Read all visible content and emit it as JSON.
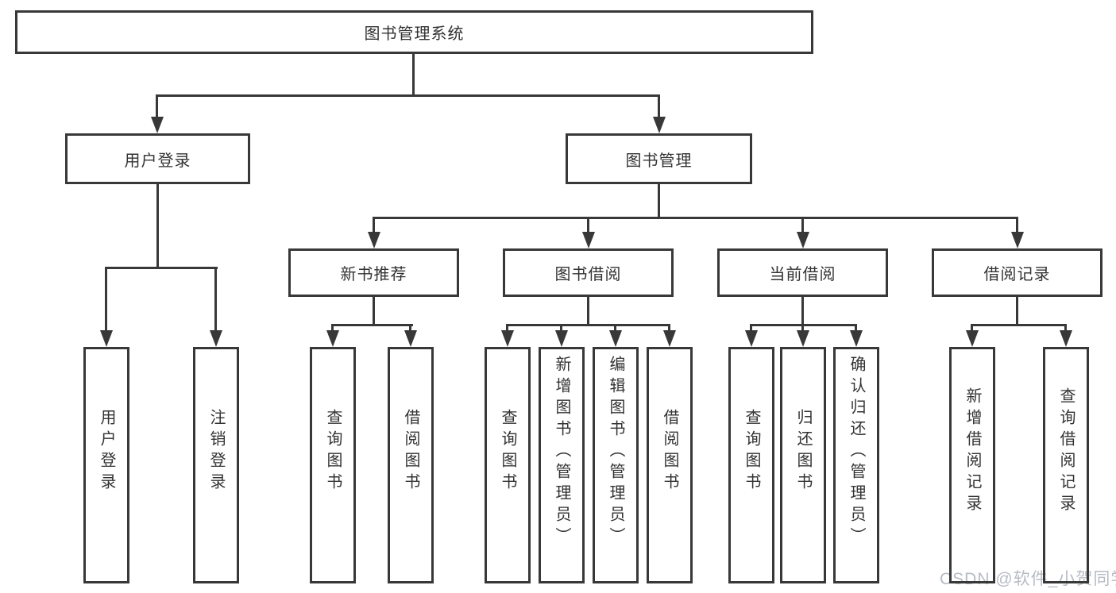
{
  "diagram_title": "图书管理系统",
  "watermark": {
    "text": "CSDN @软件_小贺同学",
    "color": "#b7bcc4"
  },
  "colors": {
    "line": "#383838",
    "box_border": "#383838",
    "text": "#333333",
    "background": "#ffffff"
  },
  "tree": {
    "root": {
      "label": "图书管理系统"
    },
    "level2": [
      {
        "label": "用户登录",
        "children": [
          {
            "label": "用户登录"
          },
          {
            "label": "注销登录"
          }
        ]
      },
      {
        "label": "图书管理",
        "children": [
          {
            "label": "新书推荐",
            "children": [
              {
                "label": "查询图书"
              },
              {
                "label": "借阅图书"
              }
            ]
          },
          {
            "label": "图书借阅",
            "children": [
              {
                "label": "查询图书"
              },
              {
                "label": "新增图书（管理员）"
              },
              {
                "label": "编辑图书（管理员）"
              },
              {
                "label": "借阅图书"
              }
            ]
          },
          {
            "label": "当前借阅",
            "children": [
              {
                "label": "查询图书"
              },
              {
                "label": "归还图书"
              },
              {
                "label": "确认归还（管理员）"
              }
            ]
          },
          {
            "label": "借阅记录",
            "children": [
              {
                "label": "新增借阅记录"
              },
              {
                "label": "查询借阅记录"
              }
            ]
          }
        ]
      }
    ]
  }
}
